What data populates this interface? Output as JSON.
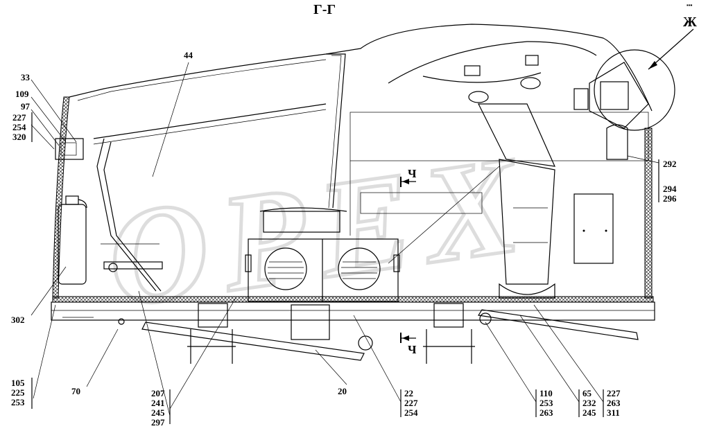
{
  "title": "Г-Г",
  "view_marker": "Ж",
  "section_marker": "Ч",
  "watermark": "OPEX",
  "callouts": {
    "left_33": "33",
    "left_109": "109",
    "left_97": "97",
    "left_227": "227",
    "left_254": "254",
    "left_320": "320",
    "top_44": "44",
    "left_302": "302",
    "right_292": "292",
    "right_294": "294",
    "right_296": "296",
    "b_105": "105",
    "b_225": "225",
    "b_253": "253",
    "b_70": "70",
    "b_207": "207",
    "b_241": "241",
    "b_245": "245",
    "b_297": "297",
    "b_20": "20",
    "b_22": "22",
    "b_227a": "227",
    "b_254a": "254",
    "b_110": "110",
    "b_253a": "253",
    "b_263a": "263",
    "b_65": "65",
    "b_232": "232",
    "b_245a": "245",
    "b_227b": "227",
    "b_263b": "263",
    "b_311": "311"
  }
}
